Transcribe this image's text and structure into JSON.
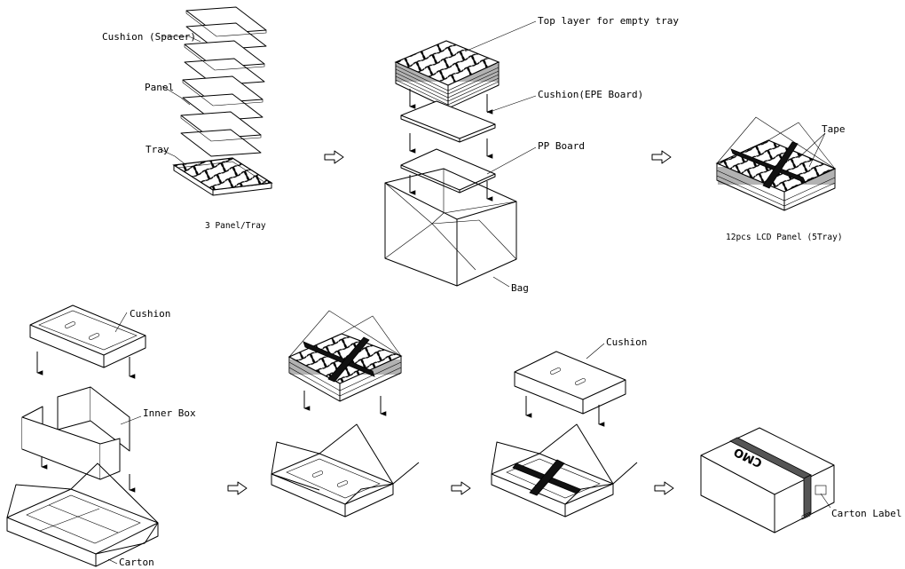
{
  "labels": {
    "cushion_spacer": "Cushion (Spacer)",
    "panel": "Panel",
    "tray": "Tray",
    "panel_per_tray": "3 Panel/Tray",
    "top_layer": "Top layer for empty tray",
    "cushion_epe": "Cushion(EPE Board)",
    "pp_board": "PP Board",
    "bag": "Bag",
    "tape": "Tape",
    "lcd_panel_count": "12pcs LCD Panel (5Tray)",
    "cushion_1": "Cushion",
    "inner_box": "Inner Box",
    "carton": "Carton",
    "cushion_2": "Cushion",
    "carton_label": "Carton Label",
    "logo_text": "CMO"
  },
  "icons": {
    "step_arrow": "hollow-right-arrow-icon",
    "down_arrow": "down-arrow-icon"
  }
}
